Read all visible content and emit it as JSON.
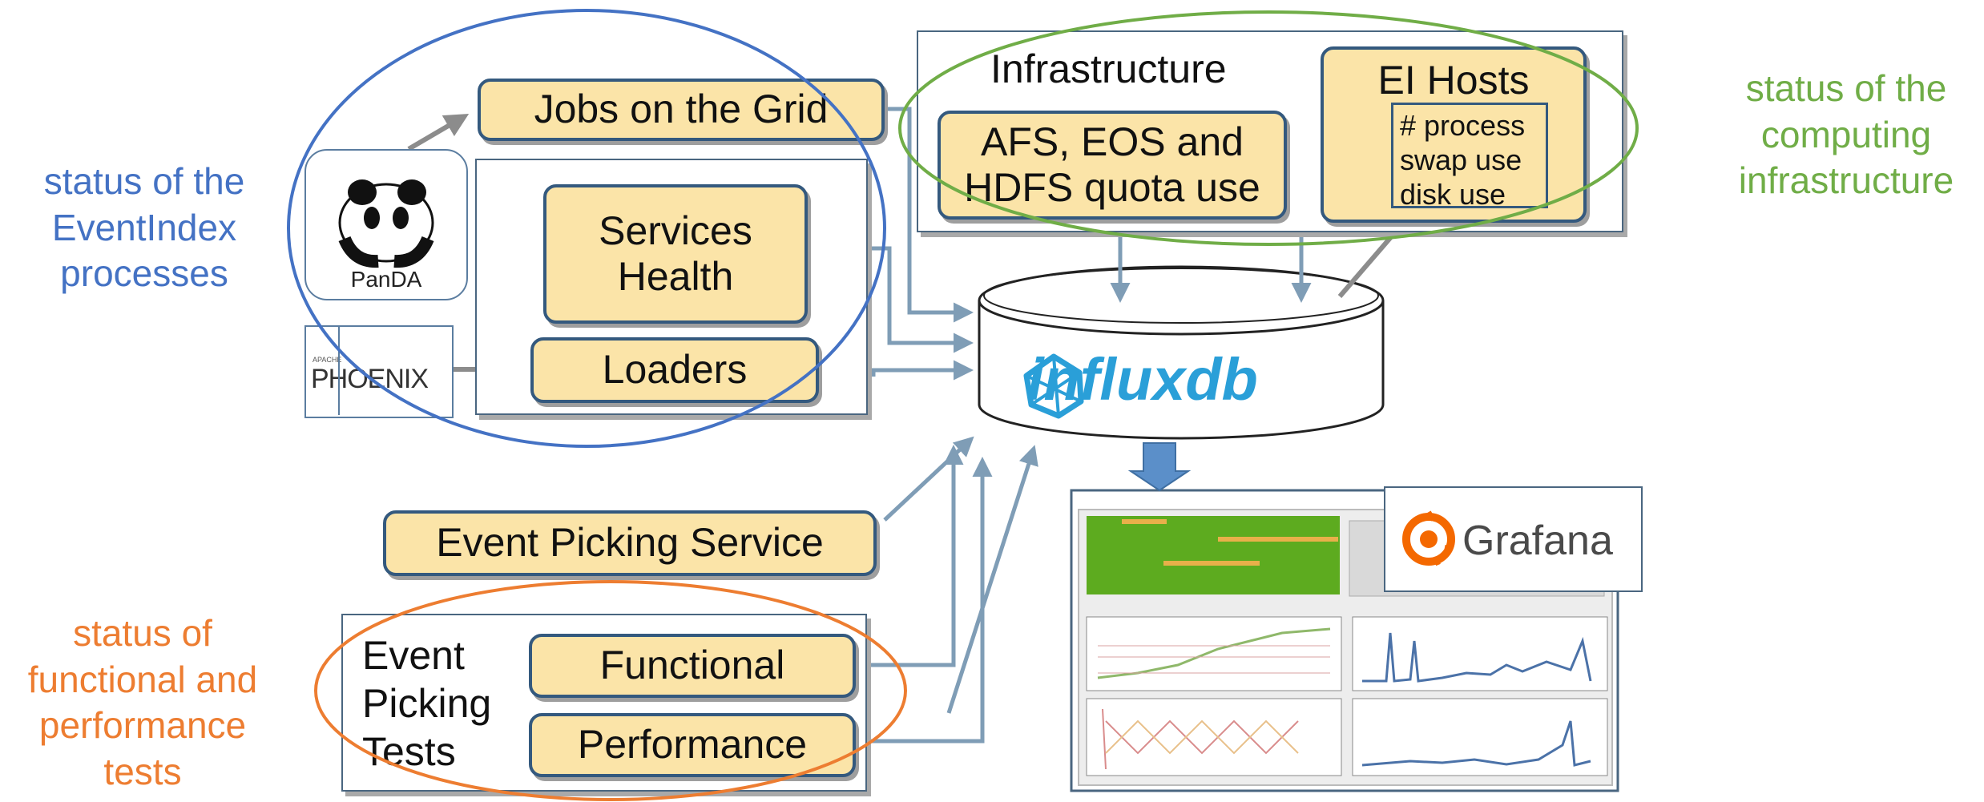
{
  "notes": {
    "eventindex": [
      "status of the",
      "EventIndex",
      "processes"
    ],
    "infrastructure": [
      "status of the",
      "computing",
      "infrastructure"
    ],
    "tests": [
      "status of",
      "functional and",
      "performance",
      "tests"
    ]
  },
  "nodes": {
    "jobs_grid": "Jobs on the Grid",
    "services_health": [
      "Services",
      "Health"
    ],
    "loaders": "Loaders",
    "infrastructure_title": "Infrastructure",
    "quota": [
      "AFS, EOS and",
      "HDFS quota use"
    ],
    "ei_hosts_title": "EI Hosts",
    "ei_hosts_items": [
      "# process",
      "swap use",
      "disk use"
    ],
    "event_picking_service": "Event Picking Service",
    "event_picking_tests": [
      "Event",
      "Picking",
      "Tests"
    ],
    "functional": "Functional",
    "performance": "Performance",
    "influxdb": "influxdb"
  },
  "logos": {
    "panda": "PanDA",
    "phoenix": "PHOENIX",
    "phoenix_apache": "APACHE",
    "grafana": "Grafana"
  },
  "colors": {
    "box_fill": "#fbe4a8",
    "box_border": "#34597e",
    "arrow": "#7f9db6",
    "ellipse_blue": "#4472c4",
    "ellipse_green": "#70ad47",
    "ellipse_orange": "#ed7d31",
    "influx": "#2a9fd8",
    "grafana_orange": "#f46800",
    "dashboard_green": "#5dab1f"
  }
}
